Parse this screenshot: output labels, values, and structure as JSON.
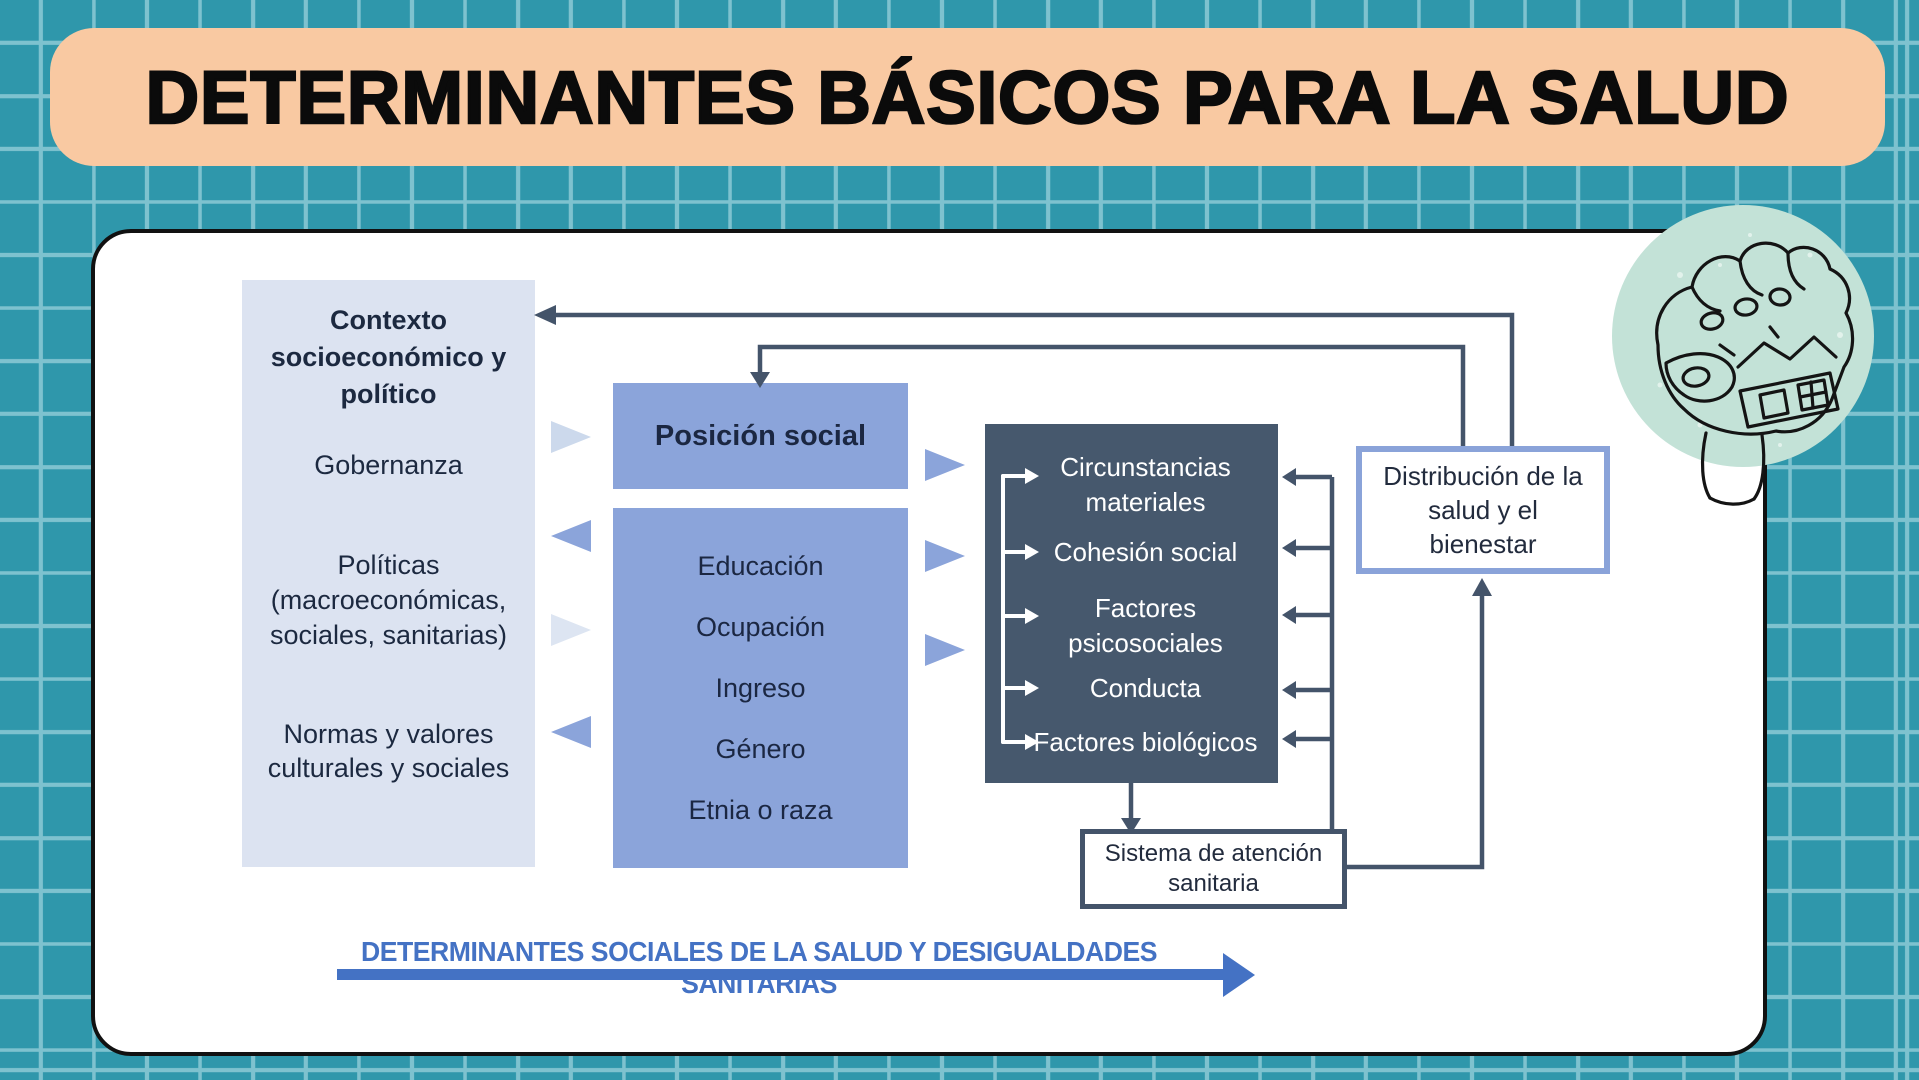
{
  "title": "DETERMINANTES BÁSICOS PARA LA SALUD",
  "colors": {
    "background_teal": "#2f97ab",
    "grid_line": "#7ec2cf",
    "title_banner_bg": "#f9c9a2",
    "title_text": "#0b0b0b",
    "panel_bg": "#ffffff",
    "panel_border": "#111111",
    "context_box_bg": "#dce3f1",
    "mid_blue_box_bg": "#8ba4da",
    "dark_box_bg": "#46586d",
    "dark_box_text": "#ffffff",
    "connector_line": "#44546a",
    "distribution_box_border": "#8aa3d9",
    "system_box_border": "#44546a",
    "bottom_arrow_blue": "#4472c4",
    "illustration_circle": "#c3e2d7"
  },
  "contexto": {
    "heading": "Contexto socioeconómico y político",
    "heading_lines": [
      "Contexto",
      "socioeconómico y",
      "político"
    ],
    "items": [
      {
        "label": "Gobernanza",
        "lines": [
          "Gobernanza"
        ]
      },
      {
        "label": "Políticas (macroeconómicas, sociales, sanitarias)",
        "lines": [
          "Políticas",
          "(macroeconómicas,",
          "sociales, sanitarias)"
        ]
      },
      {
        "label": "Normas y valores culturales y sociales",
        "lines": [
          "Normas y valores",
          "culturales y sociales"
        ]
      }
    ]
  },
  "posicion": {
    "heading": "Posición social",
    "items": [
      "Educación",
      "Ocupación",
      "Ingreso",
      "Género",
      "Etnia o raza"
    ]
  },
  "intermediarios": {
    "items": [
      {
        "label": "Circunstancias materiales",
        "lines": [
          "Circunstancias",
          "materiales"
        ]
      },
      {
        "label": "Cohesión social",
        "lines": [
          "Cohesión social"
        ]
      },
      {
        "label": "Factores psicosociales",
        "lines": [
          "Factores",
          "psicosociales"
        ]
      },
      {
        "label": "Conducta",
        "lines": [
          "Conducta"
        ]
      },
      {
        "label": "Factores biológicos",
        "lines": [
          "Factores biológicos"
        ]
      }
    ]
  },
  "distribucion": {
    "label": "Distribución de la salud y el bienestar",
    "lines": [
      "Distribución de la",
      "salud y el",
      "bienestar"
    ]
  },
  "sistema": {
    "label": "Sistema de atención sanitaria",
    "lines": [
      "Sistema de atención",
      "sanitaria"
    ]
  },
  "banner": {
    "label": "DETERMINANTES SOCIALES DE LA SALUD Y DESIGUALDADES SANITARIAS"
  },
  "illustration": {
    "name": "fist-crushing-house"
  }
}
